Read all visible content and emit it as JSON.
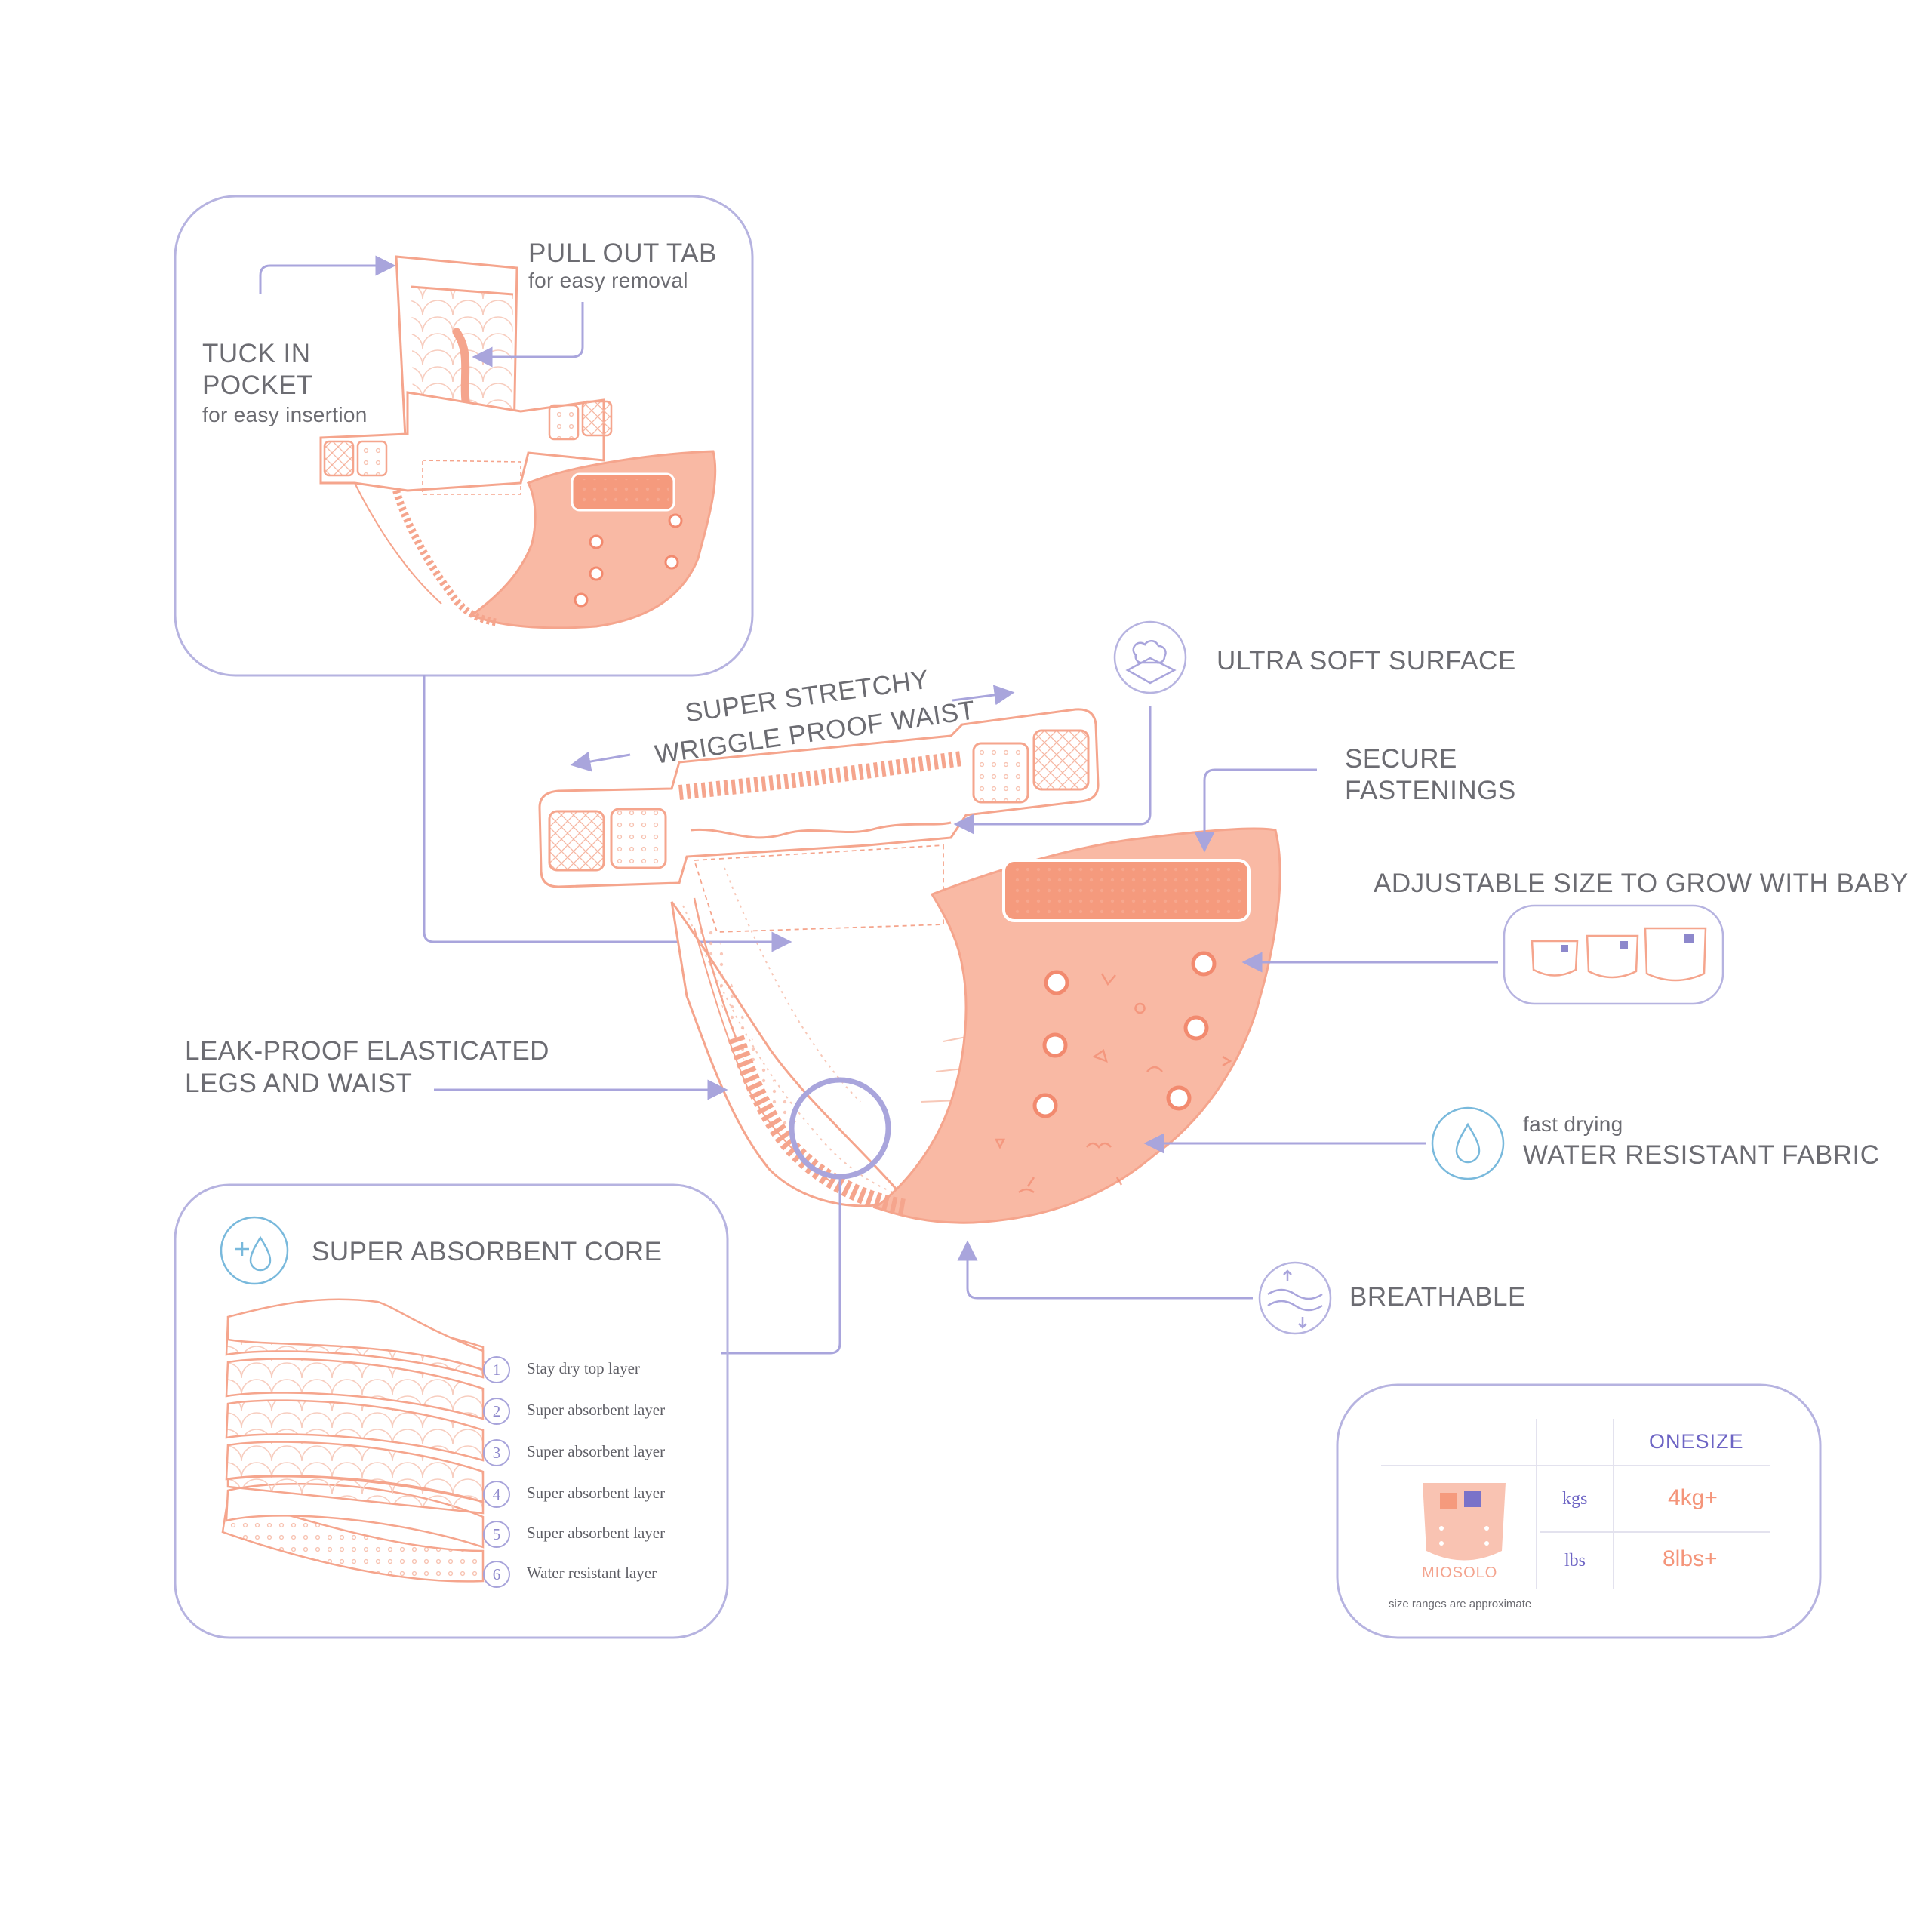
{
  "callouts": {
    "tuck_line1": "TUCK IN",
    "tuck_line2": "POCKET",
    "tuck_sub": "for easy insertion",
    "pull_title": "PULL OUT TAB",
    "pull_sub": "for easy removal",
    "stretch_line1": "SUPER STRETCHY",
    "stretch_line2": "WRIGGLE PROOF WAIST",
    "ultra_soft": "ULTRA SOFT SURFACE",
    "secure_line1": "SECURE",
    "secure_line2": "FASTENINGS",
    "adjustable": "ADJUSTABLE SIZE TO GROW WITH BABY",
    "leak_line1": "LEAK-PROOF ELASTICATED",
    "leak_line2": "LEGS AND WAIST",
    "fast_drying": "fast drying",
    "water_resistant": "WATER RESISTANT FABRIC",
    "breathable": "BREATHABLE"
  },
  "core": {
    "title": "SUPER ABSORBENT CORE",
    "layers": [
      {
        "num": "1",
        "label": "Stay dry top layer"
      },
      {
        "num": "2",
        "label": "Super absorbent layer"
      },
      {
        "num": "3",
        "label": "Super absorbent layer"
      },
      {
        "num": "4",
        "label": "Super absorbent layer"
      },
      {
        "num": "5",
        "label": "Super absorbent layer"
      },
      {
        "num": "6",
        "label": "Water resistant layer"
      }
    ]
  },
  "size_table": {
    "header": "ONESIZE",
    "rows": [
      {
        "unit": "kgs",
        "value": "4kg+"
      },
      {
        "unit": "lbs",
        "value": "8lbs+"
      }
    ],
    "brand": "MIOSOLO",
    "note": "size ranges are approximate"
  },
  "colors": {
    "peach": "#f5a58d",
    "peach_fill": "#f9b9a4",
    "peach_dark": "#f28a6f",
    "lilac": "#a9a5dc",
    "lilac_text": "#6d64c4",
    "blue_icon": "#79b9dc",
    "text_gray": "#6c6c72"
  },
  "icons": [
    "cloud-icon",
    "water-drop-icon",
    "drop-plus-icon",
    "airflow-icon",
    "diaper-size-icon"
  ]
}
